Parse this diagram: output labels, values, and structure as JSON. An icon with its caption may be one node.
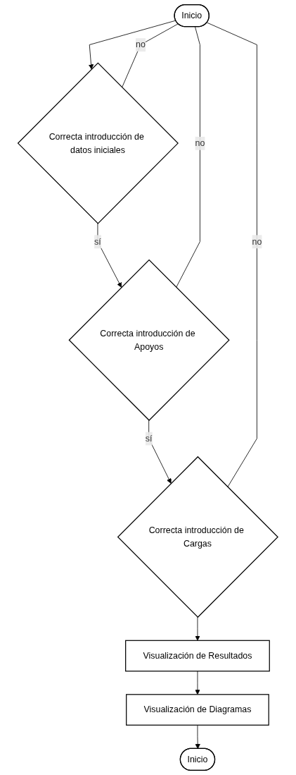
{
  "diagram": {
    "nodes": [
      {
        "text": [
          "Inicio"
        ]
      },
      {
        "text": [
          "Correcta introducción de datos iniciales"
        ]
      },
      {
        "text": [
          "Correcta introducción de Apoyos"
        ]
      },
      {
        "text": [
          "Correcta introducción de Cargas"
        ]
      },
      {
        "text": [
          "Visualización de Resultados"
        ]
      },
      {
        "text": [
          "Visualización de Diagramas"
        ]
      },
      {
        "text": [
          "Inicio"
        ]
      }
    ],
    "edges": [
      {
        "from": 0,
        "to": 1,
        "arrow": "to"
      },
      {
        "from": 1,
        "to": 2,
        "label": "sí",
        "arrow": "to"
      },
      {
        "from": 2,
        "to": 3,
        "label": "sí",
        "arrow": "to"
      },
      {
        "from": 3,
        "to": 4,
        "arrow": "to"
      },
      {
        "from": 4,
        "to": 5,
        "arrow": "to"
      },
      {
        "from": 5,
        "to": 6,
        "arrow": "to"
      },
      {
        "from": 1,
        "to": 0,
        "label": "no",
        "arrow": "none"
      },
      {
        "from": 2,
        "to": 0,
        "label": "no",
        "arrow": "none"
      },
      {
        "from": 3,
        "to": 0,
        "label": "no",
        "arrow": "none"
      }
    ]
  }
}
